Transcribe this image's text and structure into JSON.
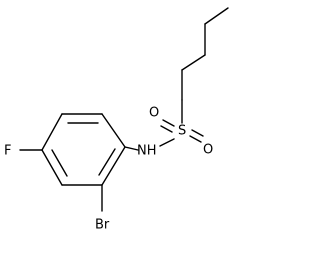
{
  "diagram": {
    "type": "skeletal-structure",
    "atoms": {
      "oxygen_left": "O",
      "sulfur": "S",
      "oxygen_right": "O",
      "nitrogen": "NH",
      "fluorine": "F",
      "bromine": "Br"
    },
    "colors": {
      "bond": "#000000",
      "label": "#000000",
      "background": "#ffffff"
    }
  }
}
